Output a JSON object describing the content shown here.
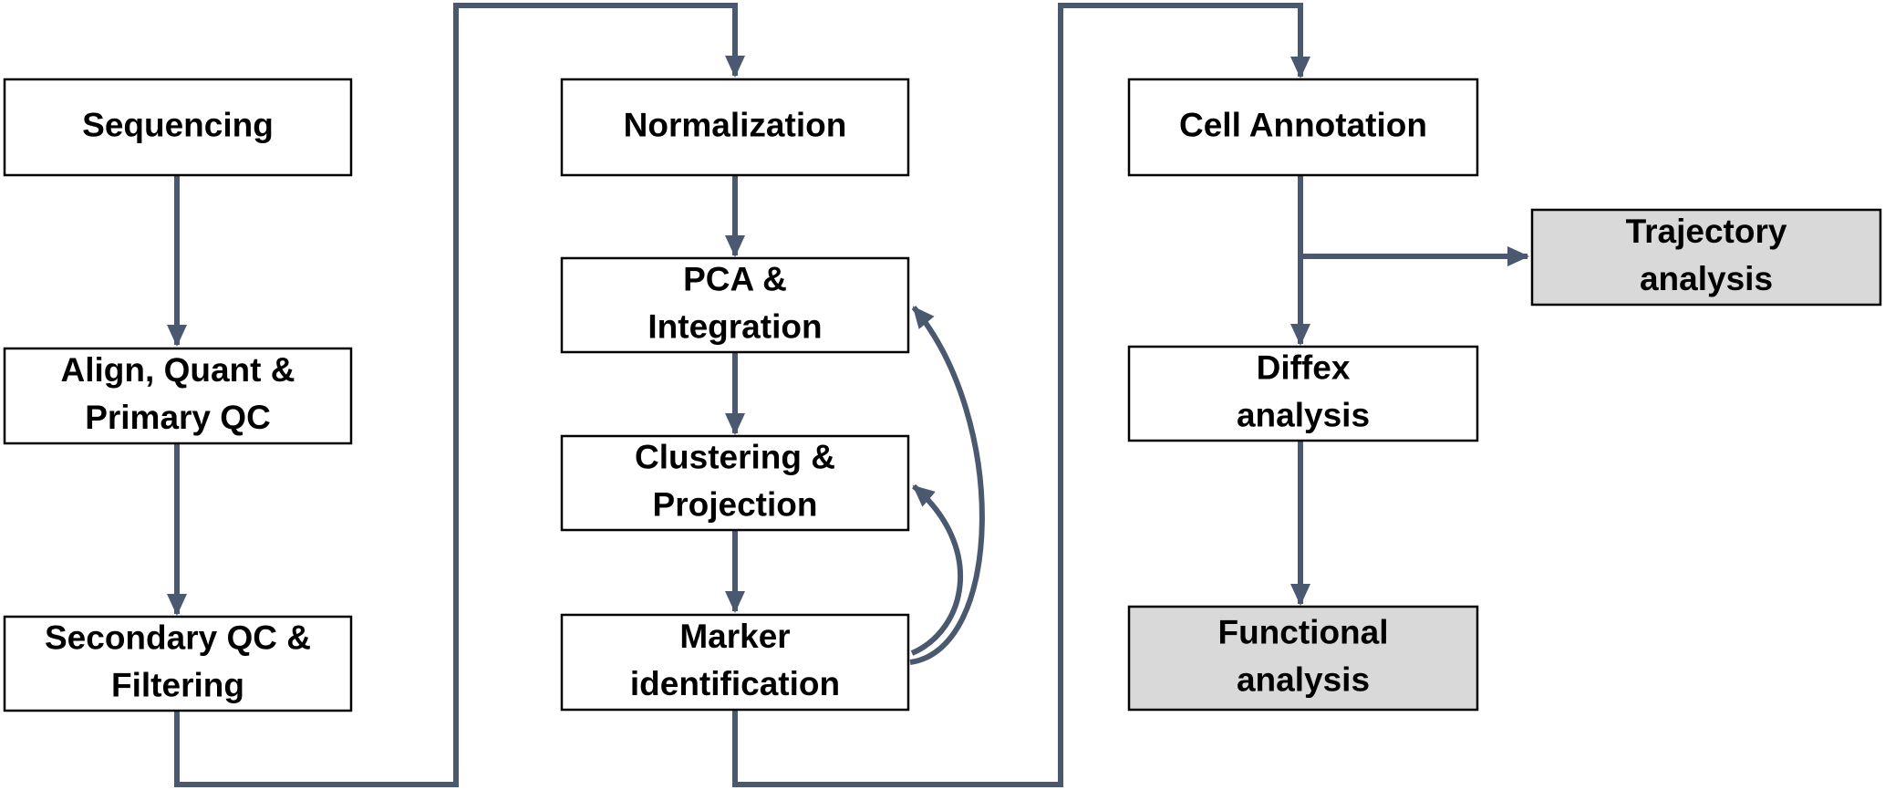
{
  "colors": {
    "connector": "#4a5870",
    "box_fill": "#ffffff",
    "box_fill_highlight": "#d9d9d9",
    "box_border": "#000000"
  },
  "nodes": {
    "sequencing": {
      "lines": [
        "Sequencing"
      ]
    },
    "align_quant": {
      "lines": [
        "Align, Quant &",
        "Primary QC"
      ]
    },
    "secondary_qc": {
      "lines": [
        "Secondary QC &",
        "Filtering"
      ]
    },
    "normalization": {
      "lines": [
        "Normalization"
      ]
    },
    "pca_integration": {
      "lines": [
        "PCA &",
        "Integration"
      ]
    },
    "clustering_projection": {
      "lines": [
        "Clustering &",
        "Projection"
      ]
    },
    "marker_identification": {
      "lines": [
        "Marker",
        "identification"
      ]
    },
    "cell_annotation": {
      "lines": [
        "Cell Annotation"
      ]
    },
    "trajectory_analysis": {
      "lines": [
        "Trajectory",
        "analysis"
      ],
      "highlight": true
    },
    "diffex_analysis": {
      "lines": [
        "Diffex",
        "analysis"
      ]
    },
    "functional_analysis": {
      "lines": [
        "Functional",
        "analysis"
      ],
      "highlight": true
    }
  },
  "edges": [
    [
      "sequencing",
      "align_quant"
    ],
    [
      "align_quant",
      "secondary_qc"
    ],
    [
      "secondary_qc",
      "normalization"
    ],
    [
      "normalization",
      "pca_integration"
    ],
    [
      "pca_integration",
      "clustering_projection"
    ],
    [
      "clustering_projection",
      "marker_identification"
    ],
    [
      "marker_identification",
      "pca_integration"
    ],
    [
      "marker_identification",
      "clustering_projection"
    ],
    [
      "marker_identification",
      "cell_annotation"
    ],
    [
      "cell_annotation",
      "diffex_analysis"
    ],
    [
      "cell_annotation",
      "trajectory_analysis"
    ],
    [
      "diffex_analysis",
      "functional_analysis"
    ]
  ]
}
